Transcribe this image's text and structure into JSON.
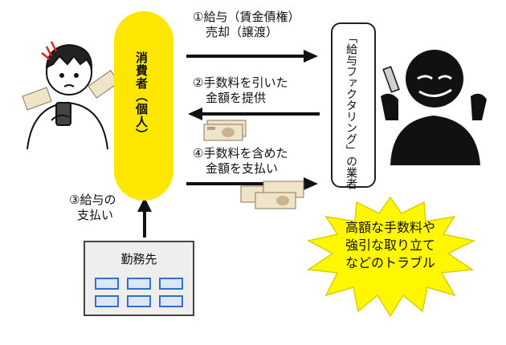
{
  "consumer": {
    "label": "消費者（個人）"
  },
  "vendor": {
    "label": "「給与ファクタリング」の業者"
  },
  "steps": {
    "step1": {
      "line1": "①給与（賃金債権）",
      "line2": "売却（譲渡）"
    },
    "step2": {
      "line1": "②手数料を引いた",
      "line2": "金額を提供"
    },
    "step3": {
      "line1": "③給与の",
      "line2": "支払い"
    },
    "step4": {
      "line1": "④手数料を含めた",
      "line2": "金額を支払い"
    }
  },
  "workplace": {
    "label": "勤務先"
  },
  "warning": {
    "line1": "高額な手数料や",
    "line2": "強引な取り立て",
    "line3": "などのトラブル",
    "color": "#fff700"
  },
  "colors": {
    "consumer_fill": "#fde600",
    "window_stroke": "#2f6fd1"
  }
}
